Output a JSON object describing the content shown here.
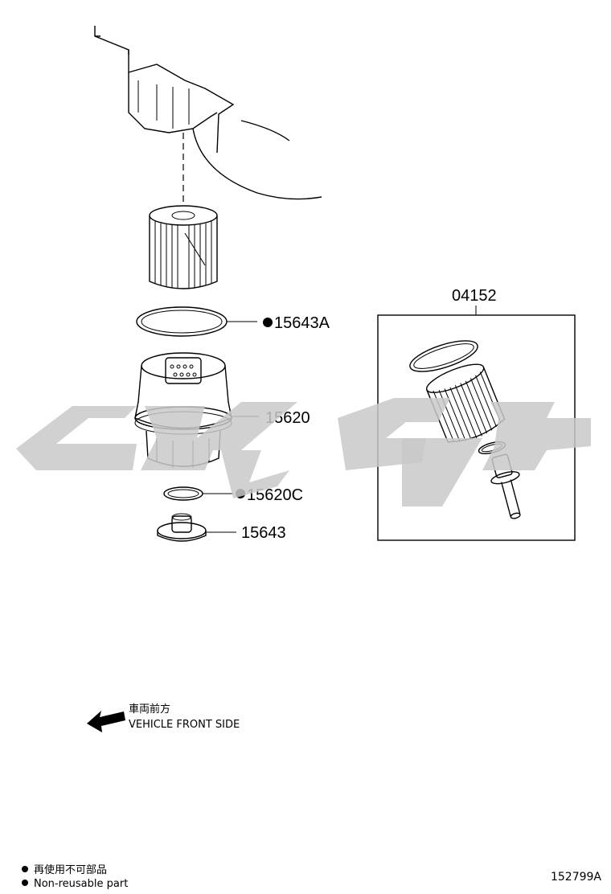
{
  "parts": {
    "kit": "04152",
    "gasket": "15643A",
    "cap": "15620",
    "oring": "15620C",
    "plug": "15643"
  },
  "direction": {
    "japanese": "車両前方",
    "english": "VEHICLE FRONT SIDE"
  },
  "legend": {
    "japanese": "再使用不可部品",
    "english": "Non-reusable part",
    "marker": "filled-dot"
  },
  "figure_number": "152799A"
}
